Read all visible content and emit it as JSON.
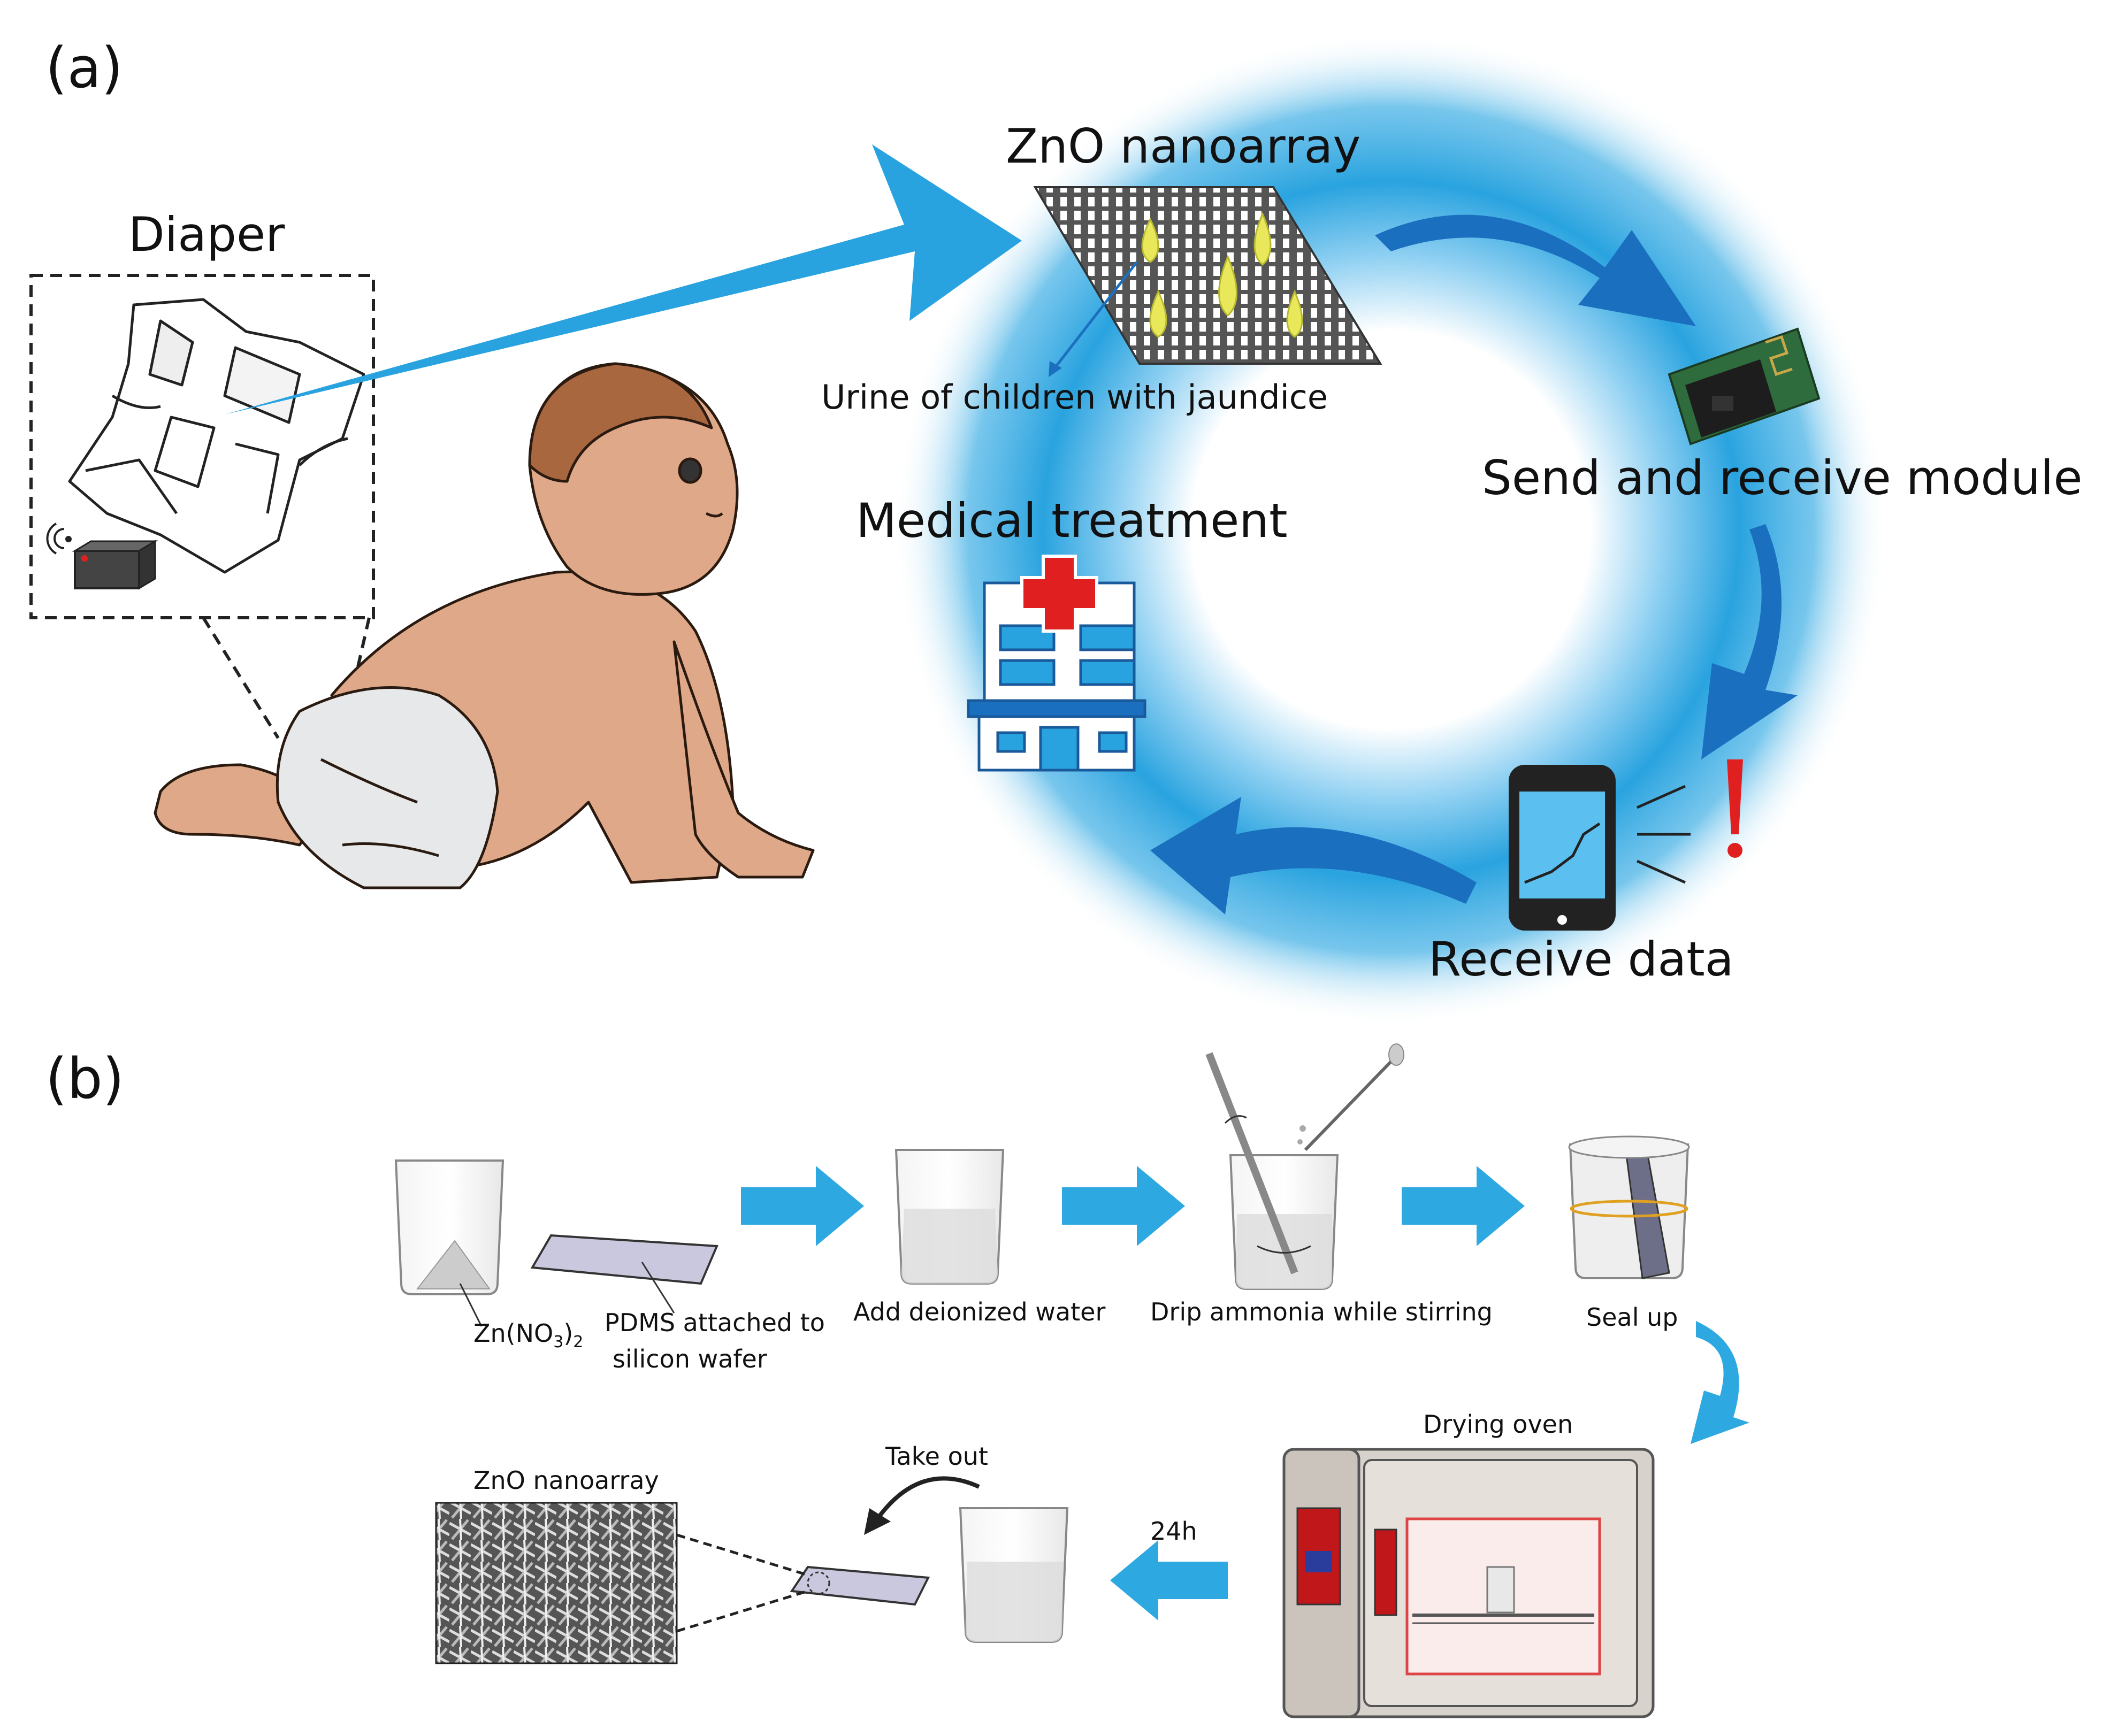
{
  "panel_a": {
    "label": "(a)",
    "diaper_label": "Diaper",
    "nanoarray_label": "ZnO nanoarray",
    "urine_label": "Urine of children with jaundice",
    "module_label": "Send and receive module",
    "receive_label": "Receive data",
    "medical_label": "Medical treatment",
    "colors": {
      "ring": "#29a3df",
      "arrow": "#1a6fbf",
      "urine": "#e8e85a",
      "cross": "#e02020"
    }
  },
  "panel_b": {
    "label": "(b)",
    "znno3_main": "Zn(NO",
    "znno3_sub3": "3",
    "znno3_close": ")",
    "znno3_sub2": "2",
    "pdms_line1": "PDMS attached to",
    "pdms_line2": "silicon wafer",
    "water_label": "Add deionized water",
    "ammonia_label": "Drip ammonia while stirring",
    "seal_label": "Seal up",
    "oven_label": "Drying oven",
    "time_label": "24h",
    "takeout_label": "Take out",
    "nanoarray_label": "ZnO nanoarray",
    "colors": {
      "arrow": "#2ea8e0"
    }
  }
}
